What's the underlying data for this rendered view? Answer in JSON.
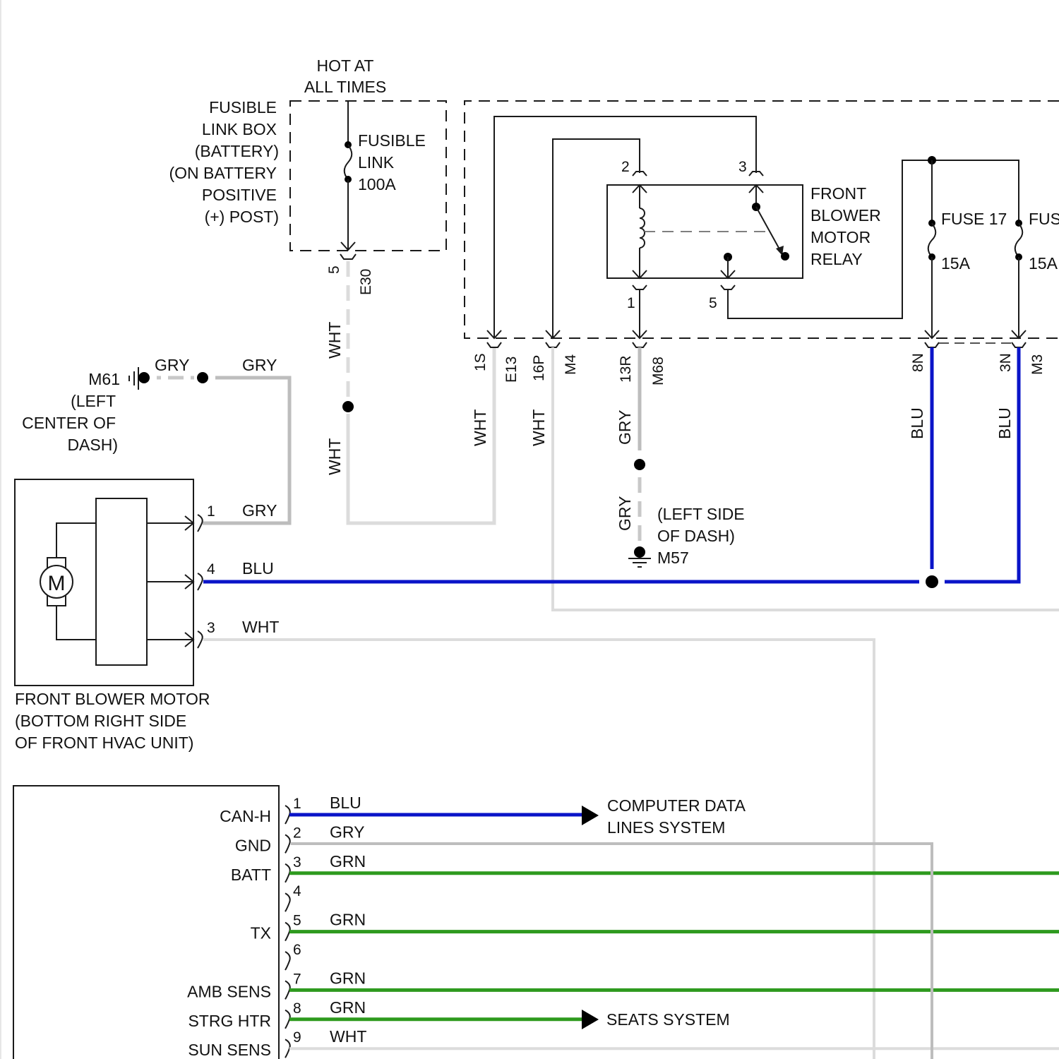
{
  "colors": {
    "blu": "#0a14c8",
    "gry": "#bdbdbd",
    "wht": "#dcdcdc",
    "grn": "#2e9a1e",
    "black": "#1a1a1a"
  },
  "power": {
    "hot_label": [
      "HOT AT",
      "ALL TIMES"
    ],
    "fusible_link_box_label": [
      "FUSIBLE",
      "LINK BOX",
      "(BATTERY)",
      "(ON BATTERY",
      "POSITIVE",
      "(+) POST)"
    ],
    "fusible_link_label": [
      "FUSIBLE",
      "LINK",
      "100A"
    ],
    "connector_pin": "5",
    "connector_id": "E30"
  },
  "relay": {
    "label": [
      "FRONT",
      "BLOWER",
      "MOTOR",
      "RELAY"
    ],
    "pins": {
      "coil_top": "2",
      "switch_top": "3",
      "coil_bottom": "1",
      "switch_bottom": "5"
    }
  },
  "fuses": [
    {
      "name": "FUSE 17",
      "rating": "15A"
    },
    {
      "name": "FUS",
      "rating": "15A"
    }
  ],
  "connectors": [
    {
      "pin": "1S",
      "id": "E13",
      "wire": "WHT"
    },
    {
      "pin": "16P",
      "id": "M4",
      "wire": "WHT"
    },
    {
      "pin": "13R",
      "id": "M68",
      "wire": "GRY"
    },
    {
      "pin": "8N",
      "id": "",
      "wire": "BLU"
    },
    {
      "pin": "3N",
      "id": "M3",
      "wire": "BLU"
    }
  ],
  "wires": {
    "e30_wire_upper": "WHT",
    "e30_wire_lower": "WHT",
    "m61_wire_left": "GRY",
    "m61_wire_right": "GRY",
    "m68_ground_wire": "GRY"
  },
  "grounds": {
    "m61": {
      "id": "M61",
      "location": [
        "(LEFT",
        "CENTER OF",
        "DASH)"
      ]
    },
    "m57": {
      "id": "M57",
      "location": [
        "(LEFT SIDE",
        "OF DASH)"
      ]
    }
  },
  "blower_motor": {
    "symbol": "M",
    "label": [
      "FRONT BLOWER MOTOR",
      "(BOTTOM RIGHT SIDE",
      "OF FRONT HVAC UNIT)"
    ],
    "pins": [
      {
        "pin": "1",
        "wire": "GRY"
      },
      {
        "pin": "4",
        "wire": "BLU"
      },
      {
        "pin": "3",
        "wire": "WHT"
      }
    ]
  },
  "module": {
    "pins": [
      {
        "pin": "1",
        "name": "CAN-H",
        "wire": "BLU"
      },
      {
        "pin": "2",
        "name": "GND",
        "wire": "GRY"
      },
      {
        "pin": "3",
        "name": "BATT",
        "wire": "GRN"
      },
      {
        "pin": "4",
        "name": "",
        "wire": ""
      },
      {
        "pin": "5",
        "name": "TX",
        "wire": "GRN"
      },
      {
        "pin": "6",
        "name": "",
        "wire": ""
      },
      {
        "pin": "7",
        "name": "AMB SENS",
        "wire": "GRN"
      },
      {
        "pin": "8",
        "name": "STRG HTR",
        "wire": "GRN"
      },
      {
        "pin": "9",
        "name": "SUN SENS",
        "wire": "WHT"
      }
    ]
  },
  "references": {
    "computer_data": [
      "COMPUTER DATA",
      "LINES SYSTEM"
    ],
    "seats": [
      "SEATS SYSTEM"
    ]
  }
}
